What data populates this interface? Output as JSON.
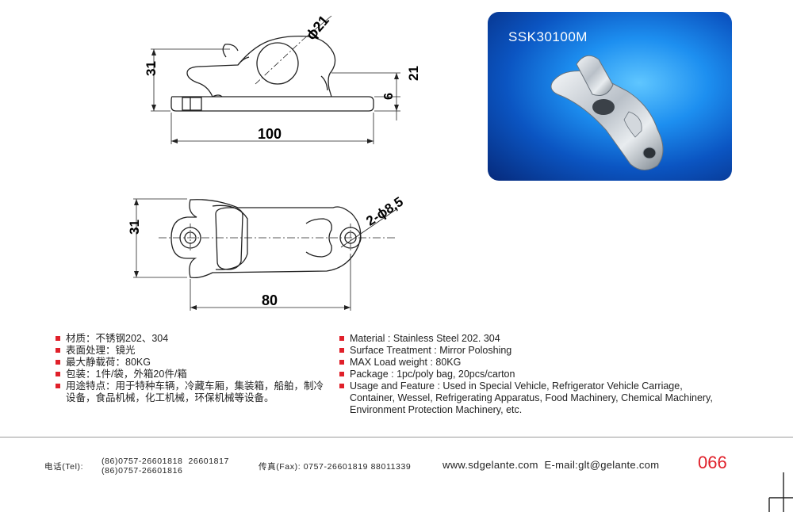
{
  "drawing_top": {
    "dim_diameter": "ϕ21",
    "dim_height_left": "31",
    "dim_height_right": "21",
    "dim_base": "6",
    "dim_length": "100"
  },
  "drawing_bottom": {
    "dim_holes": "2-ϕ8,5",
    "dim_width": "31",
    "dim_spacing": "80"
  },
  "photo": {
    "model": "SSK30100M"
  },
  "spec_cn": [
    "材质：不锈钢202、304",
    "表面处理：镜光",
    "最大静载荷：80KG",
    "包装：1件/袋，外箱20件/箱",
    "用途特点：用于特种车辆，冷藏车厢，集装箱，船舶，制冷设备，食品机械，化工机械，环保机械等设备。"
  ],
  "spec_en": [
    "Material : Stainless Steel 202. 304",
    "Surface Treatment : Mirror Poloshing",
    "MAX Load weight : 80KG",
    "Package : 1pc/poly bag, 20pcs/carton",
    "Usage and Feature : Used in Special Vehicle, Refrigerator Vehicle Carriage, Container, Wessel, Refrigerating Apparatus, Food Machinery, Chemical Machinery, Environment Protection Machinery, etc."
  ],
  "footer": {
    "tel_label": "电话(Tel):",
    "tel_line1": "(86)0757-26601818  26601817",
    "tel_line2": "(86)0757-26601816",
    "fax": "传真(Fax): 0757-26601819 88011339",
    "web_email": "www.sdgelante.com  E-mail:glt@gelante.com",
    "page_number": "066"
  },
  "colors": {
    "accent_red": "#e0202a",
    "photo_blue": "#1d8ff0"
  }
}
